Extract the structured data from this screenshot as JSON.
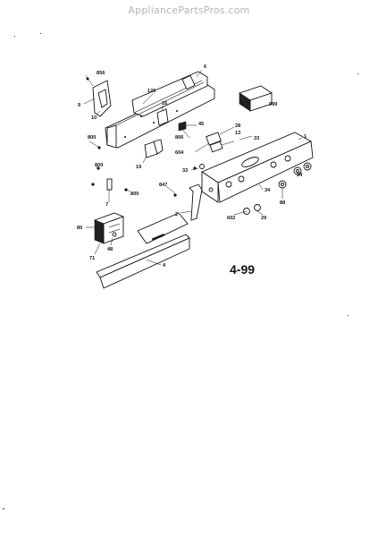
{
  "watermark": "AppliancePartsPros.com",
  "diagram": {
    "page_code": "4-99",
    "part_labels": {
      "p856": "856",
      "p6": "6",
      "p999": "999",
      "p126": "126",
      "p9": "9",
      "p10": "10",
      "p16": "16",
      "p45": "45",
      "p28": "28",
      "p13": "13",
      "p33a": "33",
      "p1": "1",
      "p800a": "800",
      "p806": "806",
      "p604": "604",
      "p19": "19",
      "p33b": "33",
      "p34a": "34",
      "p800b": "800",
      "p847": "847",
      "p800c": "800",
      "p7": "7",
      "p34b": "34",
      "p88": "88",
      "p2": "2",
      "p602": "602",
      "p29": "29",
      "p80": "80",
      "p48": "48",
      "p71": "71",
      "p4": "4"
    }
  }
}
